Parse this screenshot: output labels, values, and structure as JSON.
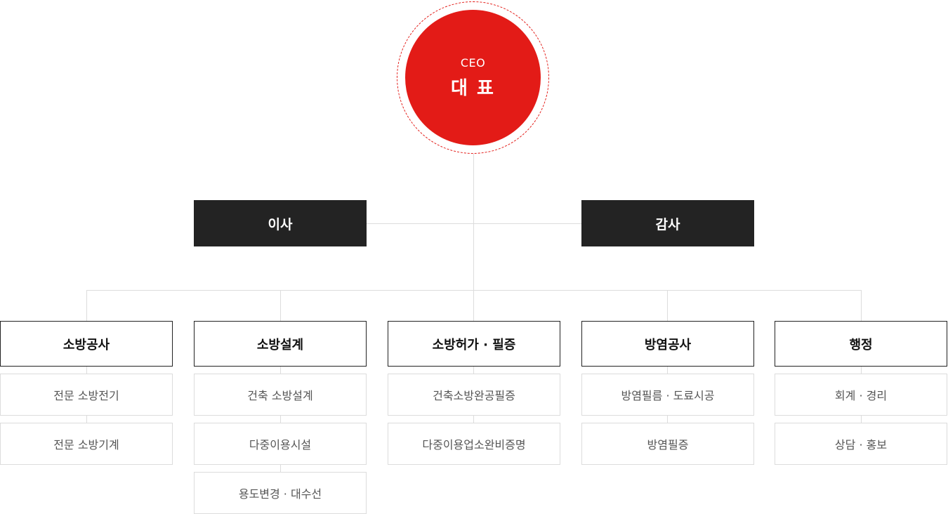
{
  "ceo": {
    "title_en": "CEO",
    "title_ko": "대 표"
  },
  "executives": [
    {
      "label": "이사"
    },
    {
      "label": "감사"
    }
  ],
  "departments": [
    {
      "label": "소방공사",
      "items": [
        "전문 소방전기",
        "전문 소방기계"
      ]
    },
    {
      "label": "소방설계",
      "items": [
        "건축 소방설계",
        "다중이용시설",
        "용도변경 · 대수선"
      ]
    },
    {
      "label": "소방허가 · 필증",
      "items": [
        "건축소방완공필증",
        "다중이용업소완비증명"
      ]
    },
    {
      "label": "방염공사",
      "items": [
        "방염필름 · 도료시공",
        "방염필증"
      ]
    },
    {
      "label": "행정",
      "items": [
        "회계 · 경리",
        "상담 · 홍보"
      ]
    }
  ],
  "colors": {
    "ceo_red": "#e31b17",
    "exec_dark": "#232323",
    "line_gray": "#dcdcdc"
  }
}
